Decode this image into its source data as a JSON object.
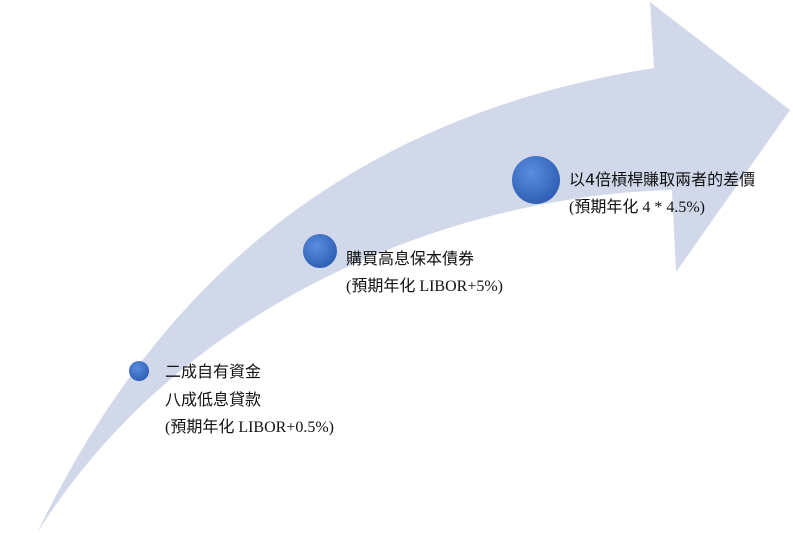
{
  "diagram": {
    "arrow_color": "#d1d8ea",
    "dot_color": "#3f73c9",
    "steps": [
      {
        "lines": [
          "二成自有資金",
          "八成低息貸款"
        ],
        "rate": "(預期年化 LIBOR+0.5%)"
      },
      {
        "lines": [
          "購買高息保本債券"
        ],
        "rate": "(預期年化 LIBOR+5%)"
      },
      {
        "lines": [
          "以4倍槓桿賺取兩者的差價"
        ],
        "rate": "(預期年化 4 * 4.5%)"
      }
    ]
  }
}
